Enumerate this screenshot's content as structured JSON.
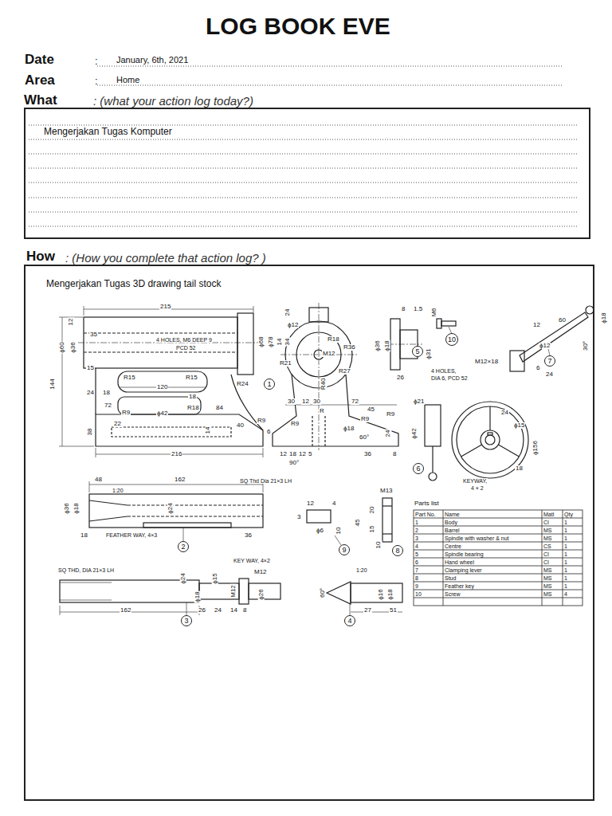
{
  "diagram": {
    "title": "LOG BOOK EVE",
    "nodes": [
      {
        "text": [
          "What",
          ": (what your action log today?)",
          "Mengerjakan Tugas Komputer"
        ]
      },
      {
        "text": [
          "How",
          ": (How you complete that action log? )",
          "Mengerjakan Tugas 3D drawing tail stock"
        ]
      },
      {
        "text": [
          "10"
        ],
        "in": 1
      },
      {
        "text": [
          "5"
        ],
        "in": 1
      },
      {
        "text": [
          "7"
        ],
        "in": 1
      },
      {
        "text": [
          "1"
        ],
        "in": 1
      },
      {
        "text": [
          "6"
        ],
        "in": 1
      },
      {
        "text": [
          "2"
        ],
        "in": 1
      },
      {
        "text": [
          "9"
        ],
        "in": 1
      },
      {
        "text": [
          "8"
        ],
        "in": 1
      },
      {
        "text": [
          "3"
        ],
        "in": 1
      },
      {
        "text": [
          "4"
        ],
        "in": 1
      }
    ],
    "labels": [
      "Date",
      ":",
      "January, 6th, 2021",
      "Area",
      ":",
      "Home",
      "215",
      "12",
      "35",
      "ϕ60",
      "ϕ36",
      "4 HOLES, M6 DEEP 9",
      "PCD 52",
      "ϕ68",
      "ϕ78",
      "15",
      "24",
      "18",
      "R15",
      "120",
      "R15",
      "R24",
      "18",
      "72",
      "R18",
      "84",
      "R9",
      "ϕ42",
      "144",
      "22",
      "38",
      "14",
      "40",
      "R9",
      "216",
      "24",
      "ϕ12",
      "14",
      "34",
      "M12",
      "R21",
      "R18",
      "R36",
      "R27",
      "R40",
      "30",
      "12",
      "30",
      "72",
      "R",
      "45",
      "R9",
      "R9",
      "R9",
      "ϕ18",
      "60°",
      "24",
      "6",
      "12",
      "18",
      "12",
      "5",
      "36",
      "90°",
      "8",
      "8",
      "1.5",
      "M6",
      "ϕ36",
      "ϕ18",
      "ϕ31",
      "26",
      "4 HOLES,",
      "DIA 6, PCD 52",
      "60",
      "ϕ18",
      "12",
      "ϕ12",
      "30°",
      "M12×18",
      "24",
      "6",
      "ϕ21",
      "ϕ42",
      "24",
      "ϕ15",
      "ϕ156",
      "18",
      "KEYWAY,",
      "4 × 2",
      "48",
      "162",
      "1:20",
      "ϕ36",
      "ϕ18",
      "ϕ24",
      "18",
      "FEATHER WAY, 4×3",
      "36",
      "SQ Thd Dia 21×3 LH",
      "12",
      "4",
      "3",
      "ϕ6",
      "10",
      "M13",
      "20",
      "45",
      "15",
      "10",
      "SQ THD, DIA 21×3 LH",
      "KEY WAY, 4×2",
      "ϕ24",
      "ϕ15",
      "M12",
      "M12",
      "ϕ26",
      "ϕ18",
      "162",
      "26",
      "24",
      "14",
      "8",
      "1:20",
      "60°",
      "ϕ16",
      "ϕ18",
      "27",
      "51",
      "Parts list",
      "Part No.",
      "Name",
      "Matl",
      "Qty",
      "1",
      "Body",
      "CI",
      "1",
      "2",
      "Barrel",
      "MS",
      "1",
      "3",
      "Spindle with washer & nut",
      "MS",
      "1",
      "4",
      "Centre",
      "CS",
      "1",
      "5",
      "Spindle bearing",
      "CI",
      "1",
      "6",
      "Hand wheel",
      "CI",
      "1",
      "7",
      "Clamping lever",
      "MS",
      "1",
      "8",
      "Stud",
      "MS",
      "1",
      "9",
      "Feather key",
      "MS",
      "1",
      "10",
      "Screw",
      "MS",
      "4"
    ]
  }
}
